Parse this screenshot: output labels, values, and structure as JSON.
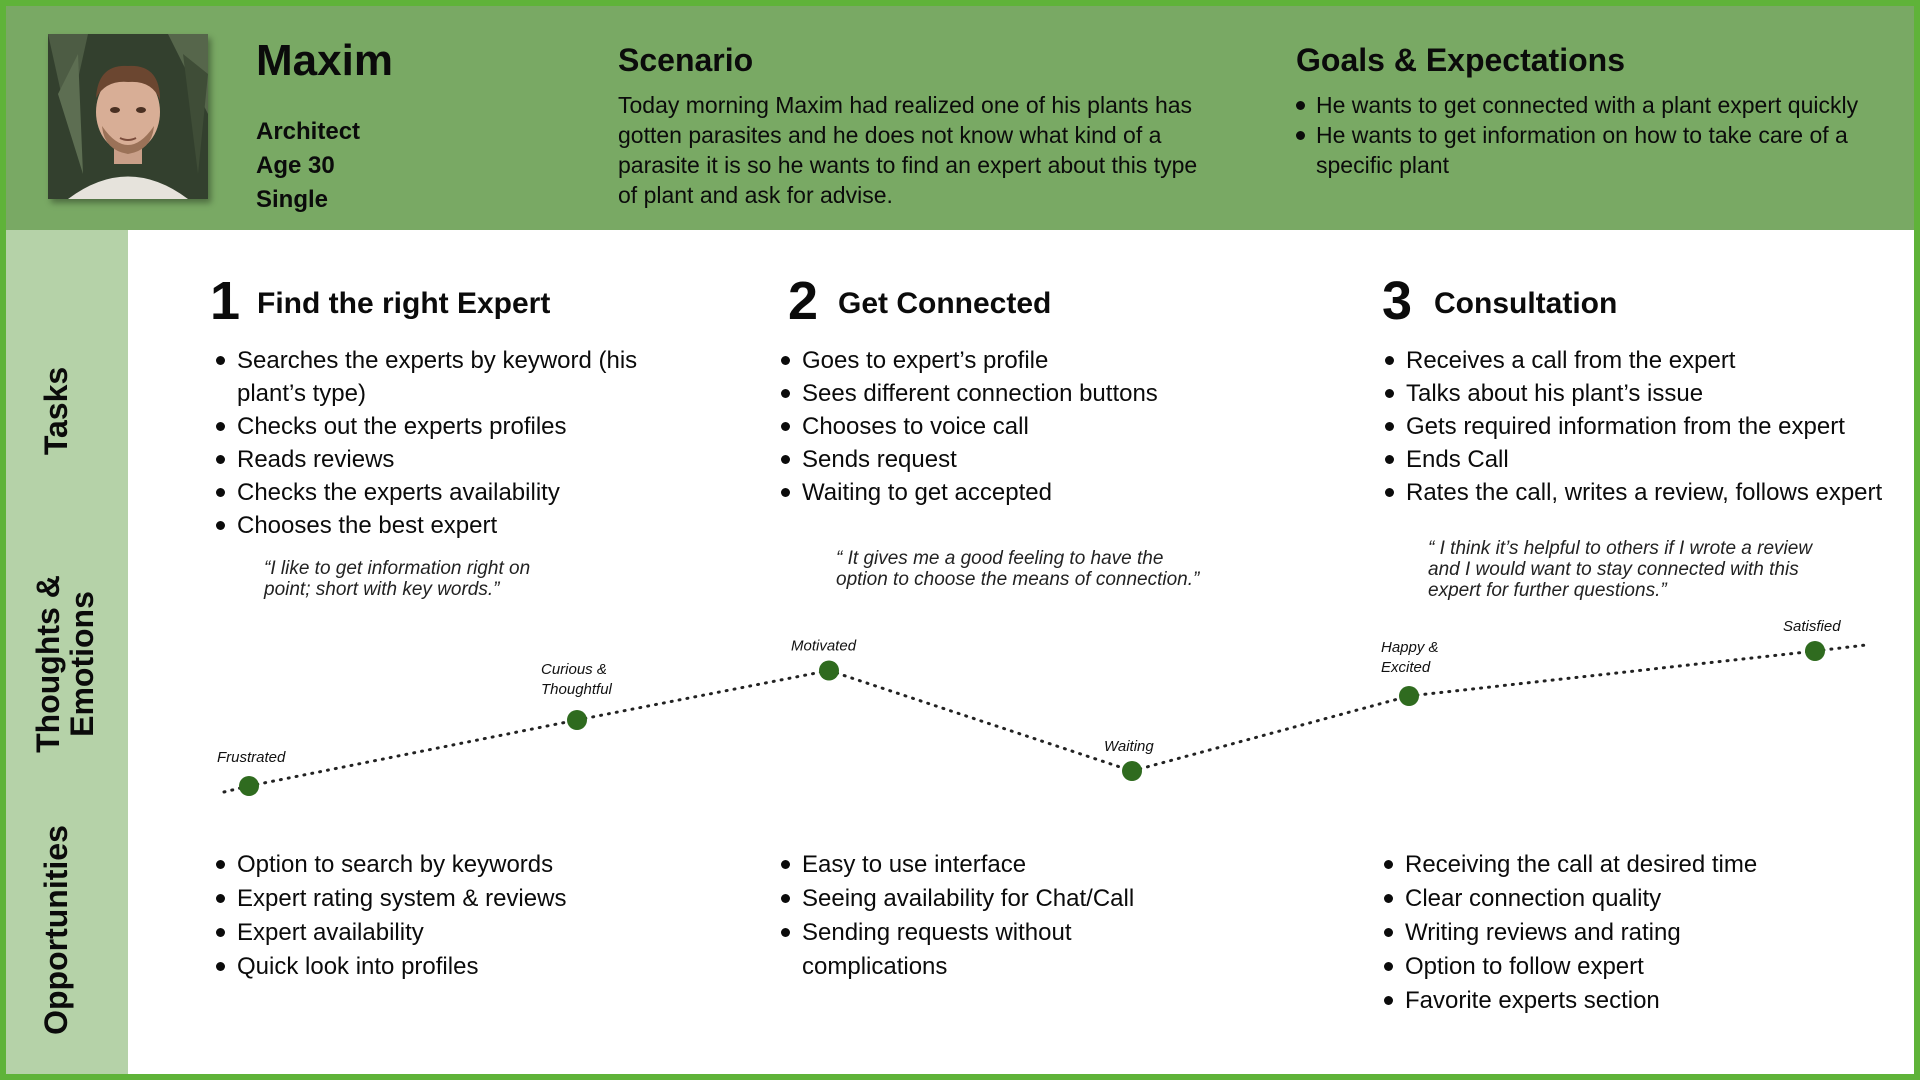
{
  "persona": {
    "name": "Maxim",
    "occupation": "Architect",
    "age": "Age 30",
    "status": "Single"
  },
  "scenario": {
    "title": "Scenario",
    "text": "Today morning Maxim had realized one of his plants has gotten parasites and he does not know what kind of a parasite it is so he wants to find an expert about this type of plant and ask for advise."
  },
  "goals": {
    "title": "Goals & Expectations",
    "items": [
      "He wants to get connected with a plant expert quickly",
      "He wants to get information on how to take care of a specific plant"
    ]
  },
  "rows": {
    "tasks": "Tasks",
    "thoughts": "Thoughts & Emotions",
    "opportunities": "Opportunities"
  },
  "phases": [
    {
      "number": "1",
      "title": "Find the right Expert",
      "tasks": [
        "Searches the experts by keyword (his plant’s type)",
        "Checks out the experts profiles",
        "Reads reviews",
        "Checks the experts availability",
        "Chooses the best expert"
      ],
      "quote": "“I like to get information right on point; short with key words.”",
      "opportunities": [
        "Option to search by keywords",
        "Expert rating system & reviews",
        "Expert availability",
        "Quick look into profiles"
      ]
    },
    {
      "number": "2",
      "title": "Get Connected",
      "tasks": [
        "Goes to expert’s profile",
        "Sees different connection buttons",
        "Chooses to voice call",
        "Sends request",
        "Waiting to get accepted"
      ],
      "quote": "“ It gives me a good feeling to have the option to choose the means of connection.”",
      "opportunities": [
        "Easy to use interface",
        "Seeing availability for Chat/Call",
        "Sending requests without complications"
      ]
    },
    {
      "number": "3",
      "title": "Consultation",
      "tasks": [
        "Receives a call from the expert",
        "Talks about his plant’s issue",
        "Gets required information from the expert",
        "Ends Call",
        "Rates the call, writes a review, follows expert"
      ],
      "quote": "“ I think it’s helpful to others if I wrote a review and I would want to stay connected with this expert for further questions.”",
      "opportunities": [
        "Receiving the call at desired time",
        "Clear connection quality",
        "Writing reviews and rating",
        "Option to follow expert",
        "Favorite experts section"
      ]
    }
  ],
  "emotion_curve": {
    "points": [
      {
        "label": "Frustrated",
        "level": 0.1
      },
      {
        "label": "Curious & Thoughtful",
        "level": 0.54
      },
      {
        "label": "Motivated",
        "level": 0.87
      },
      {
        "label": "Waiting",
        "level": 0.2
      },
      {
        "label": "Happy & Excited",
        "level": 0.7
      },
      {
        "label": "Satisfied",
        "level": 1.0
      }
    ],
    "dot_color": "#2f6b1f"
  },
  "colors": {
    "header_bg": "#79a964",
    "sidebar_bg": "#b5d2a8",
    "border": "#5fb339"
  }
}
